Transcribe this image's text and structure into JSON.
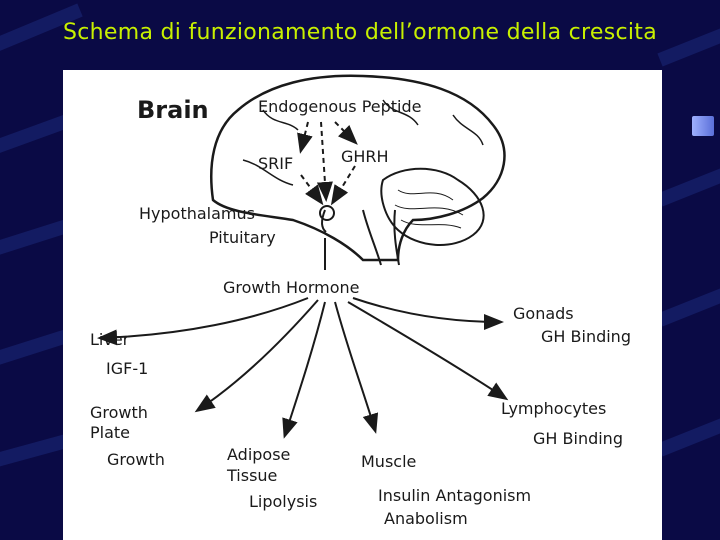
{
  "slide": {
    "title": "Schema di funzionamento dell’ormone della crescita"
  },
  "diagram": {
    "labels": {
      "brain": "Brain",
      "endogenous_peptide": "Endogenous Peptide",
      "srif": "SRIF",
      "ghrh": "GHRH",
      "hypothalamus": "Hypothalamus",
      "pituitary": "Pituitary",
      "growth_hormone": "Growth Hormone",
      "liver": "Liver",
      "igf1": "IGF-1",
      "growth_plate_1": "Growth",
      "growth_plate_2": "Plate",
      "growth": "Growth",
      "adipose_1": "Adipose",
      "adipose_2": "Tissue",
      "lipolysis": "Lipolysis",
      "muscle": "Muscle",
      "insulin_antagonism": "Insulin Antagonism",
      "anabolism": "Anabolism",
      "gonads": "Gonads",
      "gonads_gh_binding": "GH Binding",
      "lymphocytes": "Lymphocytes",
      "lymphocytes_gh_binding": "GH Binding"
    }
  },
  "colors": {
    "background": "#0a0a45",
    "title": "#c8f000",
    "figure_bg": "#ffffff",
    "ink": "#1a1a1a"
  }
}
